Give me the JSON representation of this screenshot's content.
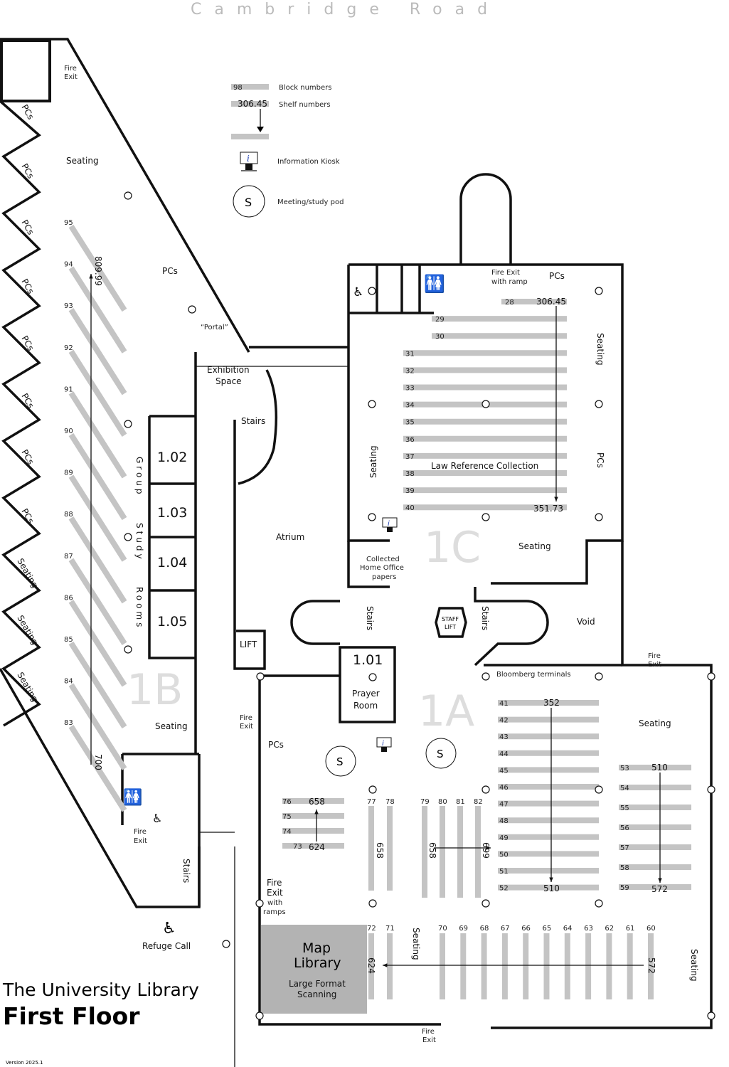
{
  "road": "Cambridge Road",
  "title": {
    "line1": "The University Library",
    "line2": "First Floor",
    "version": "Version 2025.1"
  },
  "legend": {
    "block_sample": "98",
    "block_label": "Block numbers",
    "shelf_sample": "306.45",
    "shelf_label": "Shelf numbers",
    "kiosk_label": "Information Kiosk",
    "pod_symbol": "S",
    "pod_label": "Meeting/study pod",
    "kiosk_icon": "i"
  },
  "zones": {
    "b1": "1B",
    "c1": "1C",
    "a1": "1A"
  },
  "wing1b": {
    "pcs": [
      "PCs",
      "PCs",
      "PCs",
      "PCs",
      "PCs",
      "PCs",
      "PCs",
      "PCs"
    ],
    "seating_bays": [
      "Seating",
      "Seating",
      "Seating"
    ],
    "fire_exit_top": [
      "Fire",
      "Exit"
    ],
    "seating_top": "Seating",
    "pcs_mid": "PCs",
    "portal": "“Portal”",
    "exhibition": [
      "Exhibition",
      "Space"
    ],
    "stairs": "Stairs",
    "rooms": [
      "1.02",
      "1.03",
      "1.04",
      "1.05"
    ],
    "group_study": [
      "Group",
      "Study",
      "Rooms"
    ],
    "blocks": [
      "95",
      "94",
      "93",
      "92",
      "91",
      "90",
      "89",
      "88",
      "87",
      "86",
      "85",
      "84",
      "83"
    ],
    "shelf_start": "809.99",
    "shelf_end": "700",
    "seating_bottom": "Seating",
    "lift": "LIFT",
    "fire_exit_mid": [
      "Fire",
      "Exit"
    ],
    "fire_exit_low": [
      "Fire",
      "Exit"
    ],
    "stairs_low": "Stairs",
    "refuge": "Refuge Call"
  },
  "atrium": "Atrium",
  "wing1c": {
    "fire_exit": [
      "Fire Exit",
      "with ramp"
    ],
    "pcs_top": "PCs",
    "blocks": [
      "28",
      "29",
      "30",
      "31",
      "32",
      "33",
      "34",
      "35",
      "36",
      "37",
      "38",
      "39",
      "40"
    ],
    "shelf_start": "306.45",
    "shelf_end": "351.73",
    "collection": "Law Reference Collection",
    "seating_right": "Seating",
    "pcs_right": "PCs",
    "seating_left": "Seating",
    "seating_low": "Seating",
    "home_office": [
      "Collected",
      "Home Office",
      "papers"
    ],
    "stairs_left": "Stairs",
    "staff_lift": [
      "STAFF",
      "LIFT"
    ],
    "stairs_right": "Stairs",
    "void": "Void",
    "prayer_number": "1.01",
    "prayer": [
      "Prayer",
      "Room"
    ],
    "fire_exit_right": [
      "Fire",
      "Exit"
    ],
    "bloomberg": "Bloomberg terminals"
  },
  "wing1a": {
    "pcs": "PCs",
    "fire_exit_ramps": [
      "Fire",
      "Exit",
      "with",
      "ramps"
    ],
    "pods": [
      "S",
      "S"
    ],
    "seating_top": "Seating",
    "blocks_a": [
      "41",
      "42",
      "43",
      "44",
      "45",
      "46",
      "47",
      "48",
      "49",
      "50",
      "51",
      "52"
    ],
    "a_start": "352",
    "a_end": "510",
    "blocks_b": [
      "53",
      "54",
      "55",
      "56",
      "57",
      "58",
      "59"
    ],
    "b_start": "510",
    "b_end": "572",
    "blocks_c": [
      "76",
      "75",
      "74",
      "73"
    ],
    "c_start": "658",
    "c_end": "624",
    "blocks_d": [
      "77",
      "78"
    ],
    "d_label": "658",
    "blocks_e": [
      "79",
      "80",
      "81",
      "82"
    ],
    "e_start": "658",
    "e_end": "699",
    "blocks_f": [
      "72",
      "71"
    ],
    "blocks_g": [
      "70",
      "69",
      "68",
      "67",
      "66",
      "65",
      "64",
      "63",
      "62",
      "61",
      "60"
    ],
    "g_start": "572",
    "g_end": "624",
    "seating_mid": "Seating",
    "seating_right": "Seating",
    "map_library": [
      "Map",
      "Library"
    ],
    "scanning": [
      "Large Format",
      "Scanning"
    ],
    "fire_exit_bottom": [
      "Fire",
      "Exit"
    ]
  }
}
